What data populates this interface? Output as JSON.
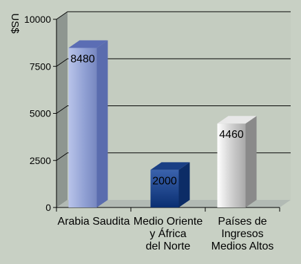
{
  "chart_data": {
    "type": "bar",
    "unit_label": "US$",
    "categories": [
      [
        "Arabia Saudita"
      ],
      [
        "Medio Oriente",
        "y África",
        "del Norte"
      ],
      [
        "Países de",
        "Ingresos",
        "Medios Altos"
      ]
    ],
    "values": [
      8480,
      2000,
      4460
    ],
    "value_labels": [
      "8480",
      "2000",
      "4460"
    ],
    "ylim": [
      0,
      10000
    ],
    "yticks": [
      0,
      2500,
      5000,
      7500,
      10000
    ],
    "ytick_labels": [
      "0",
      "2500",
      "5000",
      "7500",
      "10000"
    ],
    "grid": true,
    "legend": false,
    "colors": {
      "background": "#c8d0c4",
      "back_wall": "#c4ccc0",
      "side_wall": "#8e9690",
      "floor": "#b2bab4",
      "bar_0": "#8e9ed2",
      "bar_1": "#1e4488",
      "bar_2": "#c0c0c0"
    }
  }
}
